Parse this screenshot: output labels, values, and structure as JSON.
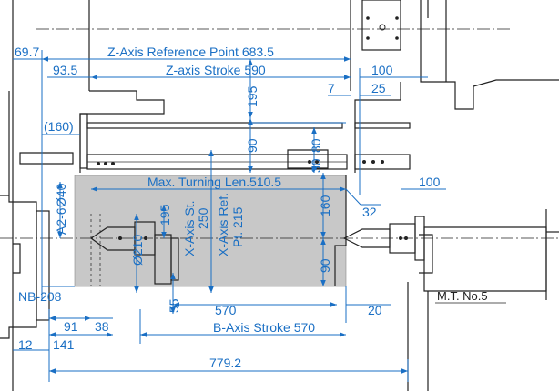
{
  "colors": {
    "dimension": "#1a6fc4",
    "machine_outline": "#222222",
    "workzone_fill": "#c8c8c8",
    "background": "#ffffff"
  },
  "icons": {
    "arrowhead": "filled-triangle",
    "bolt_hole": "circle"
  },
  "dimensions": {
    "z_ref_offset": "69.7",
    "z_ref_point": "Z-Axis Reference Point 683.5",
    "z_stroke_offset": "93.5",
    "z_stroke": "Z-axis Stroke 590",
    "right_100_top": "100",
    "vert_195_top": "195",
    "seven": "7",
    "twentyfive": "25",
    "paren_160": "(160)",
    "vert_90_upper": "90",
    "vert_80": "80",
    "vert_30": "30",
    "max_turning": "Max. Turning Len.510.5",
    "right_100_mid": "100",
    "thirtytwo": "32",
    "a2_spindle": "A2-6",
    "dia_40": "Ø40",
    "x_axis_st": "X-Axis St.",
    "x_axis_st_val": "250",
    "x_axis_ref": "X-Axis Ref.",
    "x_axis_ref_val": "Pt. 215",
    "vert_195_left": "195",
    "vert_160": "160",
    "dia_210": "Ø210",
    "vert_90_lower": "90",
    "nb": "NB-208",
    "fifty_five": "55",
    "five_seventy": "570",
    "twenty": "20",
    "ninety_one": "91",
    "thirty_eight": "38",
    "b_axis": "B-Axis Stroke 570",
    "twelve": "12",
    "one_forty_one": "141",
    "overall": "779.2",
    "mt": "M.T. No.5"
  }
}
